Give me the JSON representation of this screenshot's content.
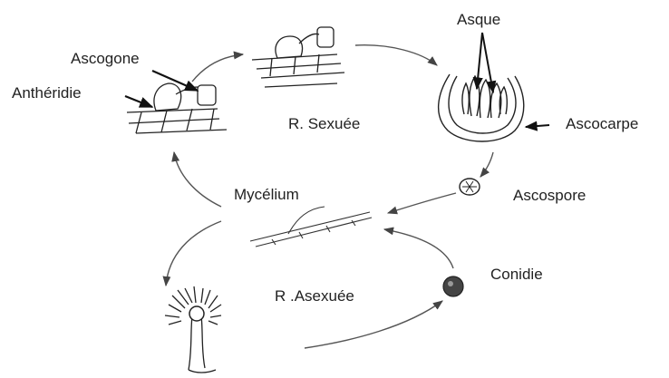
{
  "labels": {
    "ascogone": "Ascogone",
    "antheridie": "Anthéridie",
    "asque": "Asque",
    "ascocarpe": "Ascocarpe",
    "sexual_cycle": "R. Sexuée",
    "mycelium": "Mycélium",
    "ascospore": "Ascospore",
    "conidie": "Conidie",
    "asexual_cycle": "R .Asexuée"
  },
  "colors": {
    "ink": "#222222",
    "arrow": "#555555",
    "background": "#ffffff"
  }
}
